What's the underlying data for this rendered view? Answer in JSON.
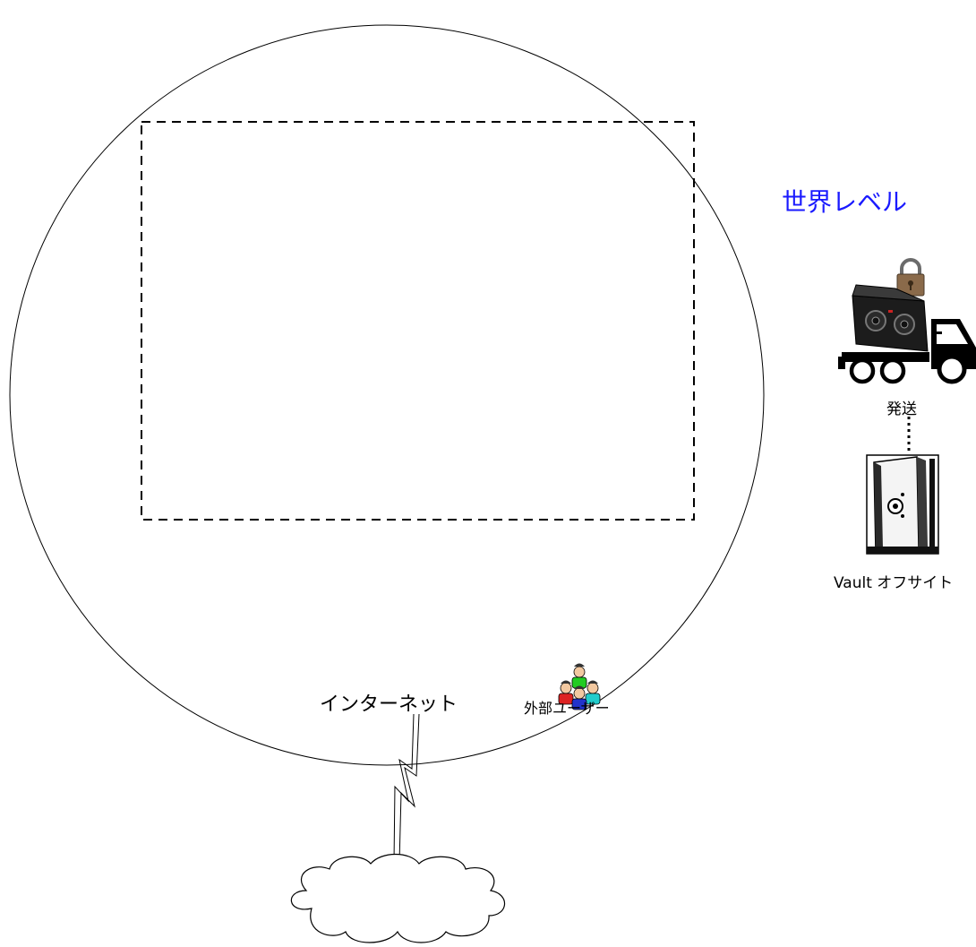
{
  "world": {
    "label": "世界レベル",
    "label_color": "#1a1aff"
  },
  "shipment": {
    "label": "発送",
    "icon": "truck-with-tape-cartridge-and-lock-icon"
  },
  "vault": {
    "label": "Vault オフサイト",
    "icon": "vault-door-icon"
  },
  "external_users": {
    "label": "外部ユーザー",
    "icon": "user-group-icon"
  },
  "internet": {
    "label": "インターネット",
    "icon": "cloud-icon"
  },
  "connections": [
    {
      "from": "internet",
      "to": "world",
      "style": "lightning"
    },
    {
      "from": "shipment",
      "to": "vault",
      "style": "dotted"
    }
  ],
  "empty_region": {
    "style": "dashed"
  }
}
